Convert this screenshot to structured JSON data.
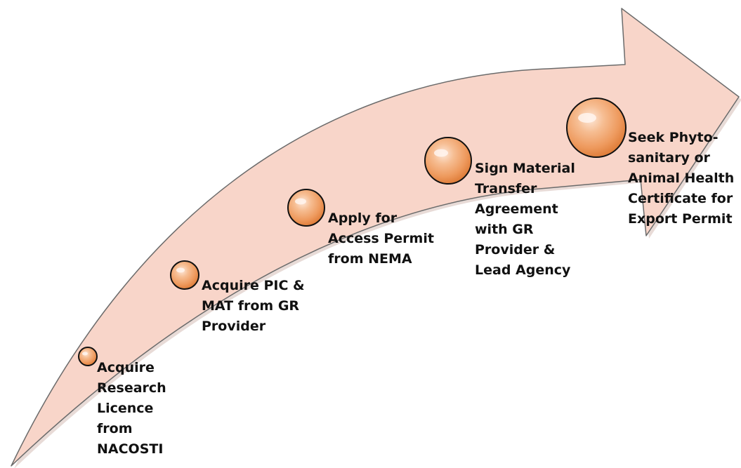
{
  "diagram": {
    "arrow_fill": "#f8d5c9",
    "arrow_stroke": "#6b6b6b",
    "bubble_color": "#ee9a5e",
    "bubble_outline": "#111111",
    "steps": [
      {
        "label": "Acquire\nResearch\nLicence\nfrom\nNACOSTI"
      },
      {
        "label": "Acquire PIC &\nMAT from GR\nProvider"
      },
      {
        "label": "Apply for\nAccess Permit\nfrom NEMA"
      },
      {
        "label": "Sign Material\nTransfer\nAgreement\nwith GR\nProvider &\nLead Agency"
      },
      {
        "label": "Seek Phyto-\nsanitary or\nAnimal Health\nCertificate for\nExport Permit"
      }
    ]
  }
}
